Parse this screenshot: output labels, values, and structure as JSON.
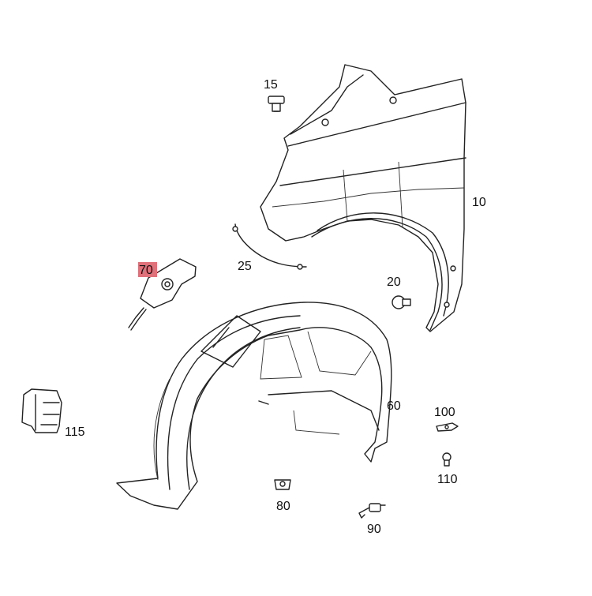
{
  "diagram": {
    "highlight_color": "#e0707a",
    "callouts": [
      {
        "id": "fender",
        "label": "10"
      },
      {
        "id": "clip-top",
        "label": "15"
      },
      {
        "id": "screw-20",
        "label": "20"
      },
      {
        "id": "cable",
        "label": "25"
      },
      {
        "id": "wheel-liner",
        "label": "60"
      },
      {
        "id": "bracket",
        "label": "70",
        "highlighted": true
      },
      {
        "id": "clip-80",
        "label": "80"
      },
      {
        "id": "rivet-90",
        "label": "90"
      },
      {
        "id": "nut-100",
        "label": "100"
      },
      {
        "id": "bolt-110",
        "label": "110"
      },
      {
        "id": "bracket-115",
        "label": "115"
      }
    ]
  }
}
